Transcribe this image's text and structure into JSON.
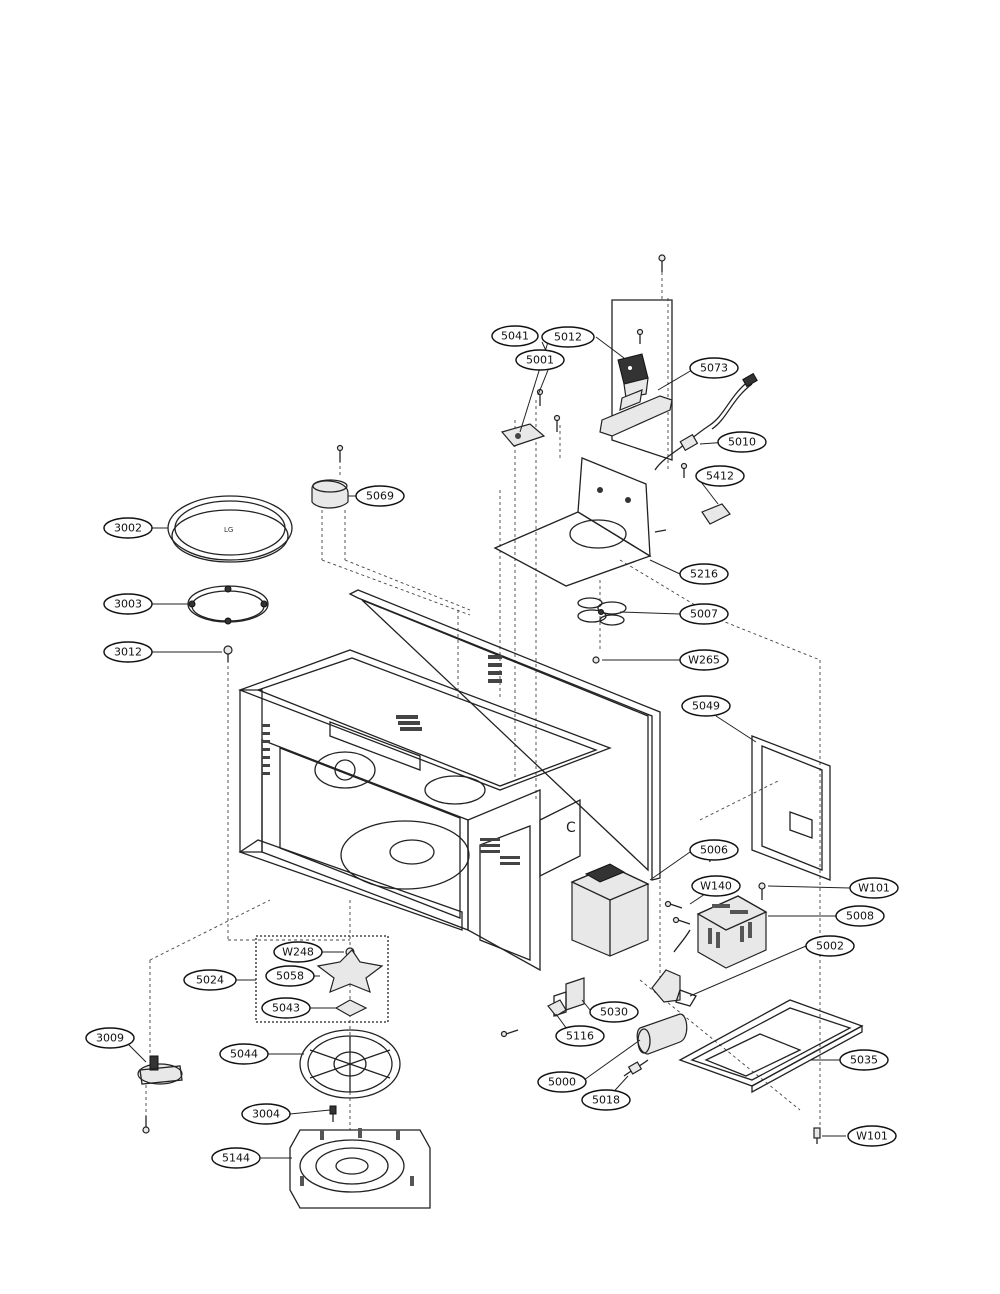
{
  "callouts": {
    "c5041": "5041",
    "c5012": "5012",
    "c5001": "5001",
    "c5073": "5073",
    "c5010": "5010",
    "c5412": "5412",
    "c5069": "5069",
    "c3002": "3002",
    "c3003": "3003",
    "c3012": "3012",
    "c5216": "5216",
    "c5007": "5007",
    "cW265": "W265",
    "c5049": "5049",
    "c5006": "5006",
    "cW140": "W140",
    "cW101a": "W101",
    "c5008": "5008",
    "c5002": "5002",
    "cW248": "W248",
    "c5058": "5058",
    "c5024": "5024",
    "c5043": "5043",
    "c5030": "5030",
    "c5116": "5116",
    "c3009": "3009",
    "c5044": "5044",
    "c5035": "5035",
    "c5000": "5000",
    "c5018": "5018",
    "c3004": "3004",
    "cW101b": "W101",
    "c5144": "5144"
  }
}
